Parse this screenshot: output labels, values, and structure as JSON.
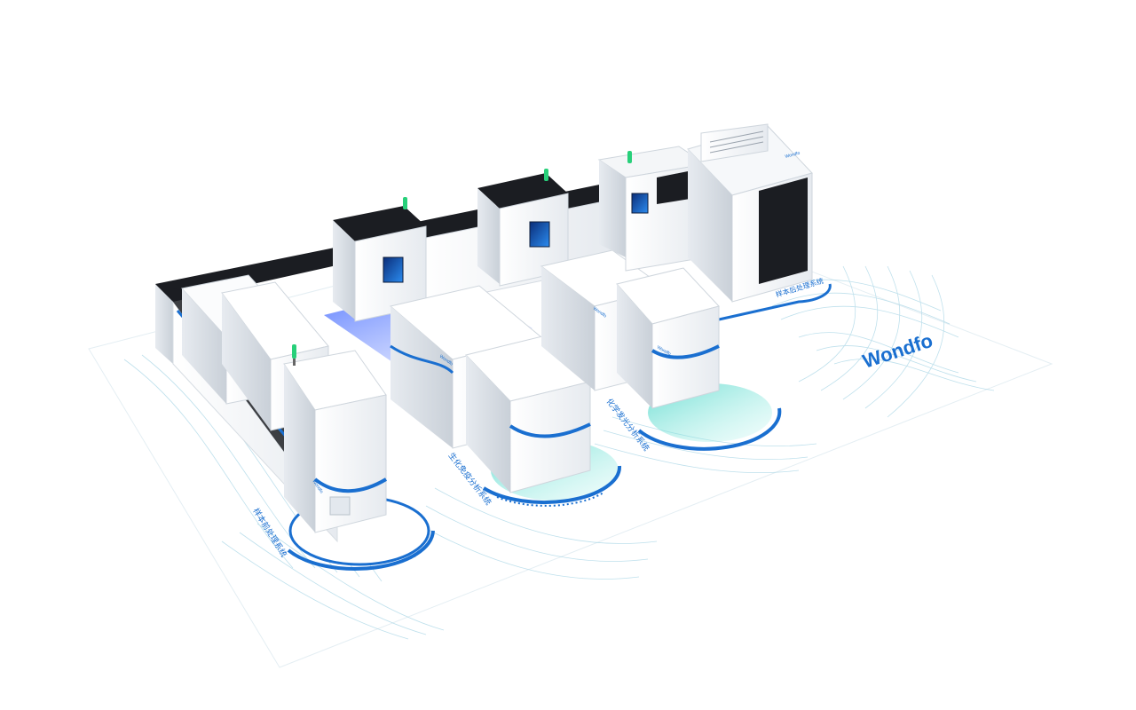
{
  "brand": {
    "logo_text": "Wondfo",
    "primary_blue": "#1a6fd0",
    "accent_teal": "#3fd3c4",
    "status_green": "#28d07a",
    "machine_white": "#f4f6f8",
    "trim_dark": "#1b1d22"
  },
  "floor": {
    "grid_color": "#9fcde0",
    "background": "#ffffff"
  },
  "zones": [
    {
      "id": "sample-processing",
      "label": "样本前处理系统"
    },
    {
      "id": "biochem-immuno",
      "label": "生化免疫分析系统"
    },
    {
      "id": "chemiluminescence",
      "label": "化学发光分析系统"
    },
    {
      "id": "sample-storage",
      "label": "样本后处理系统"
    }
  ],
  "machine_labels": [
    "Wondfo",
    "Wondfo",
    "Wondfo",
    "Wondfo",
    "Wondfo"
  ],
  "icons": [
    "status-light-icon",
    "touch-screen-icon",
    "logo-icon"
  ]
}
